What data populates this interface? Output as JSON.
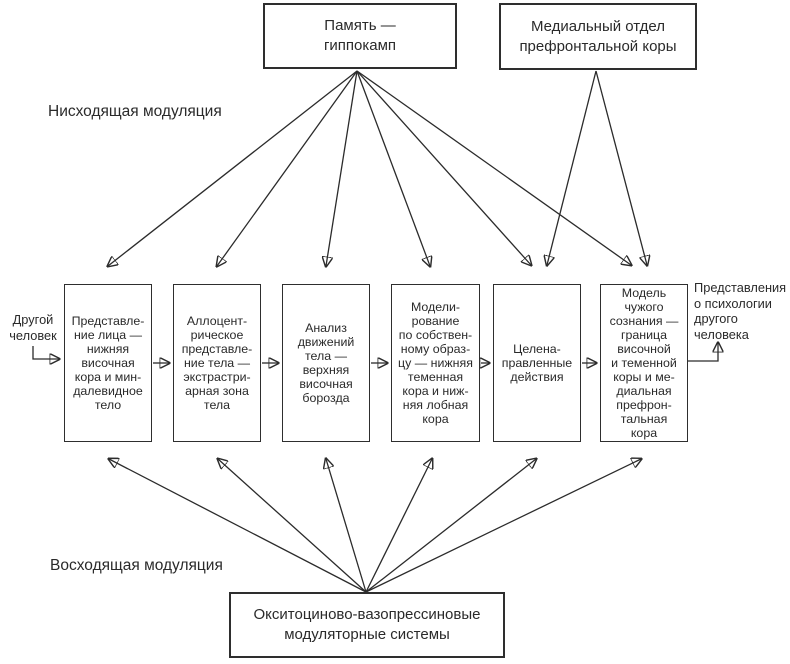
{
  "diagram": {
    "title_hint": "Schema of social-brain modulation",
    "top_boxes": {
      "memory": {
        "label": "Память —\nгиппокамп"
      },
      "mpfc": {
        "label": "Медиальный отдел\nпрефронтальной коры"
      }
    },
    "modulation_labels": {
      "descending": "Нисходящая модуляция",
      "ascending": "Восходящая модуляция"
    },
    "input_label": "Другой\nчеловек",
    "output_label": "Представления\nо психологии\nдругого\nчеловека",
    "middle_boxes": [
      {
        "label": "Представле-\nние лица —\nнижняя\nвисочная\nкора и мин-\nдалевидное\nтело"
      },
      {
        "label": "Аллоцент-\nрическое\nпредставле-\nние тела —\nэкстрастри-\nарная зона\nтела"
      },
      {
        "label": "Анализ\nдвижений\nтела —\nверхняя\nвисочная\nборозда"
      },
      {
        "label": "Модели-\nрование\nпо собствен-\nному образ-\nцу — нижняя\nтеменная\nкора и ниж-\nняя лобная\nкора"
      },
      {
        "label": "Целена-\nправленные\nдействия"
      },
      {
        "label": "Модель\nчужого\nсознания —\nграница\nвисочной\nи теменной\nкоры и ме-\nдиальная\nпрефрон-\nтальная\nкора"
      }
    ],
    "bottom_box": {
      "label": "Окситоциново-вазопрессиновые\nмодуляторные системы"
    },
    "colors": {
      "line": "#2b2b2b",
      "border": "#2e2e2e",
      "text": "#2a2a2a",
      "background": "#ffffff"
    }
  }
}
